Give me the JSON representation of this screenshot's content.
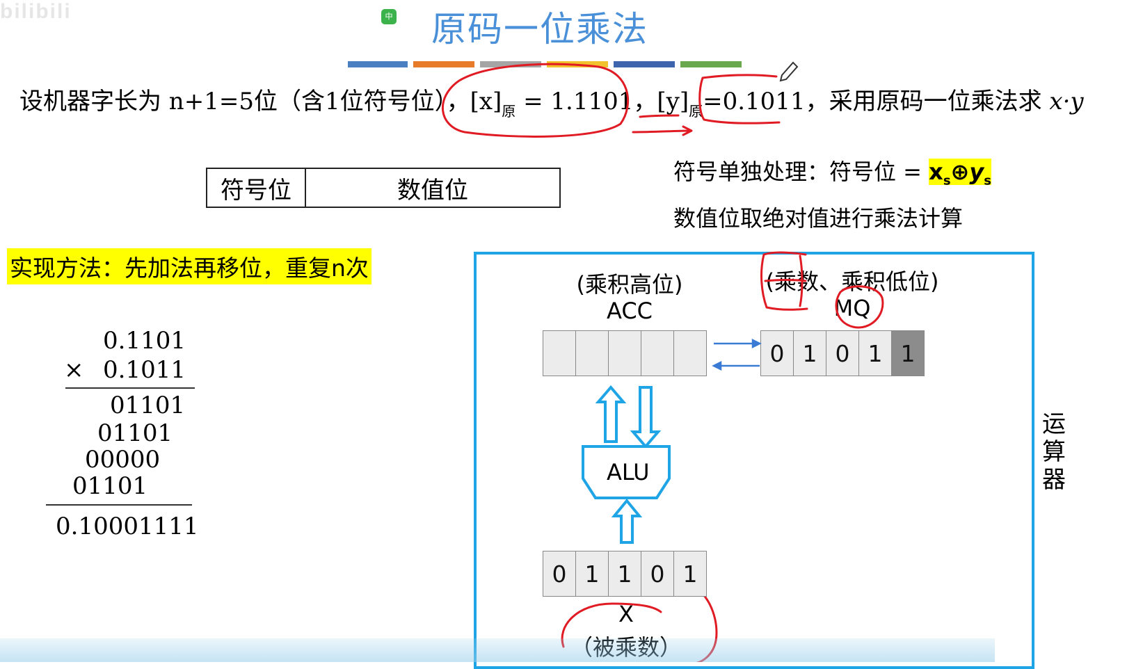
{
  "header": {
    "watermark": "bilibili",
    "badge": "中",
    "title": "原码一位乘法"
  },
  "colors": {
    "title": "#4a90d9",
    "unit_border": "#1fa5e6",
    "highlight": "#ffff00",
    "pen": "#e01b24",
    "bar": [
      "#4a7fc1",
      "#e87b2a",
      "#a5a5a5",
      "#f2c12e",
      "#3d64ad",
      "#6aa84f"
    ]
  },
  "problem": {
    "prefix": "设机器字长为 n+1=5位（含1位符号位），",
    "x_label": "[x]",
    "x_sub": "原",
    "x_value": " = 1.1101，",
    "y_label": "[y]",
    "y_sub": "原",
    "y_value": "=0.1011，",
    "suffix": "采用原码一位乘法求 ",
    "expr": "x·y"
  },
  "format_table": {
    "sign": "符号位",
    "value": "数值位"
  },
  "notes": {
    "sign_rule_prefix": "符号单独处理：符号位 = ",
    "sign_rule_formula": "x",
    "sign_rule_sub1": "s",
    "sign_rule_op": "⊕",
    "sign_rule_y": "y",
    "sign_rule_sub2": "s",
    "abs_rule": "数值位取绝对值进行乘法计算"
  },
  "method": "实现方法：先加法再移位，重复n次",
  "calculation": {
    "multiplicand": "0.1101",
    "times": "×",
    "multiplier": "0.1011",
    "partials": [
      "01101",
      "01101",
      "00000",
      "01101"
    ],
    "result": "0.10001111"
  },
  "unit": {
    "acc_desc": "(乘积高位)",
    "acc_name": "ACC",
    "acc_bits": [
      "",
      "",
      "",
      "",
      ""
    ],
    "mq_desc": "(乘数、乘积低位)",
    "mq_name": "MQ",
    "mq_bits": [
      "0",
      "1",
      "0",
      "1",
      "1"
    ],
    "alu": "ALU",
    "x_bits": [
      "0",
      "1",
      "1",
      "0",
      "1"
    ],
    "x_name": "X",
    "x_desc": "（被乘数）",
    "side_label": [
      "运",
      "算",
      "器"
    ]
  }
}
